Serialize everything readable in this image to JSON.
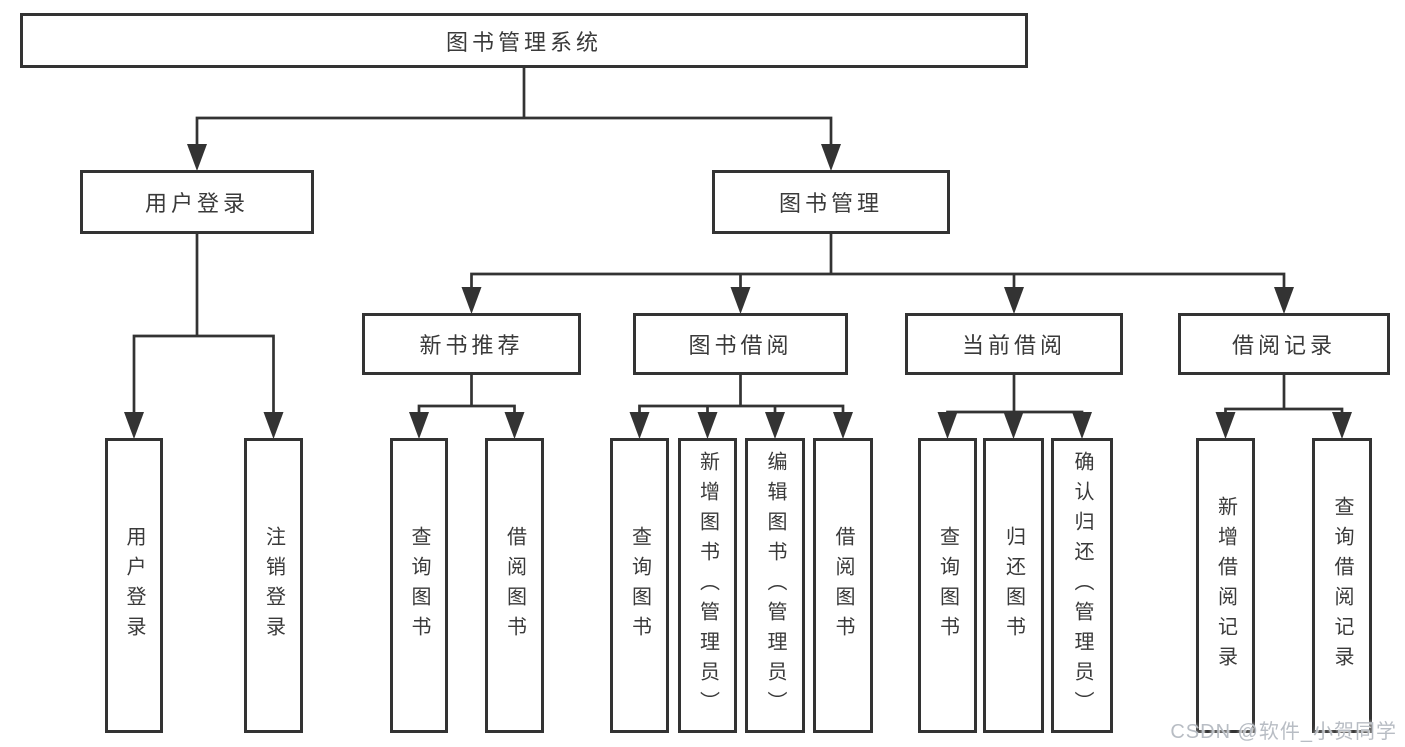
{
  "diagram": {
    "background": "#ffffff",
    "line_color": "#333333",
    "text_color": "#3a3a3a",
    "nodes": [
      {
        "id": "root",
        "label": "图书管理系统"
      },
      {
        "id": "user-login",
        "label": "用户登录"
      },
      {
        "id": "book-mgmt",
        "label": "图书管理"
      },
      {
        "id": "new-book-rec",
        "label": "新书推荐"
      },
      {
        "id": "book-borrow",
        "label": "图书借阅"
      },
      {
        "id": "current-borrow",
        "label": "当前借阅"
      },
      {
        "id": "borrow-record",
        "label": "借阅记录"
      },
      {
        "id": "leaf-user-login",
        "label": "用户登录"
      },
      {
        "id": "leaf-logout",
        "label": "注销登录"
      },
      {
        "id": "leaf-query-book-1",
        "label": "查询图书"
      },
      {
        "id": "leaf-borrow-book-1",
        "label": "借阅图书"
      },
      {
        "id": "leaf-query-book-2",
        "label": "查询图书"
      },
      {
        "id": "leaf-add-book",
        "label": "新增图书（管理员）"
      },
      {
        "id": "leaf-edit-book",
        "label": "编辑图书（管理员）"
      },
      {
        "id": "leaf-borrow-book-2",
        "label": "借阅图书"
      },
      {
        "id": "leaf-query-book-3",
        "label": "查询图书"
      },
      {
        "id": "leaf-return-book",
        "label": "归还图书"
      },
      {
        "id": "leaf-confirm-return",
        "label": "确认归还（管理员）"
      },
      {
        "id": "leaf-add-record",
        "label": "新增借阅记录"
      },
      {
        "id": "leaf-query-record",
        "label": "查询借阅记录"
      }
    ],
    "edges": [
      {
        "from": "root",
        "to": [
          "user-login",
          "book-mgmt"
        ]
      },
      {
        "from": "user-login",
        "to": [
          "leaf-user-login",
          "leaf-logout"
        ]
      },
      {
        "from": "book-mgmt",
        "to": [
          "new-book-rec",
          "book-borrow",
          "current-borrow",
          "borrow-record"
        ]
      },
      {
        "from": "new-book-rec",
        "to": [
          "leaf-query-book-1",
          "leaf-borrow-book-1"
        ]
      },
      {
        "from": "book-borrow",
        "to": [
          "leaf-query-book-2",
          "leaf-add-book",
          "leaf-edit-book",
          "leaf-borrow-book-2"
        ]
      },
      {
        "from": "current-borrow",
        "to": [
          "leaf-query-book-3",
          "leaf-return-book",
          "leaf-confirm-return"
        ]
      },
      {
        "from": "borrow-record",
        "to": [
          "leaf-add-record",
          "leaf-query-record"
        ]
      }
    ]
  },
  "watermark": {
    "text": "CSDN @软件_小贺同学",
    "color": "#b8bdc4"
  }
}
